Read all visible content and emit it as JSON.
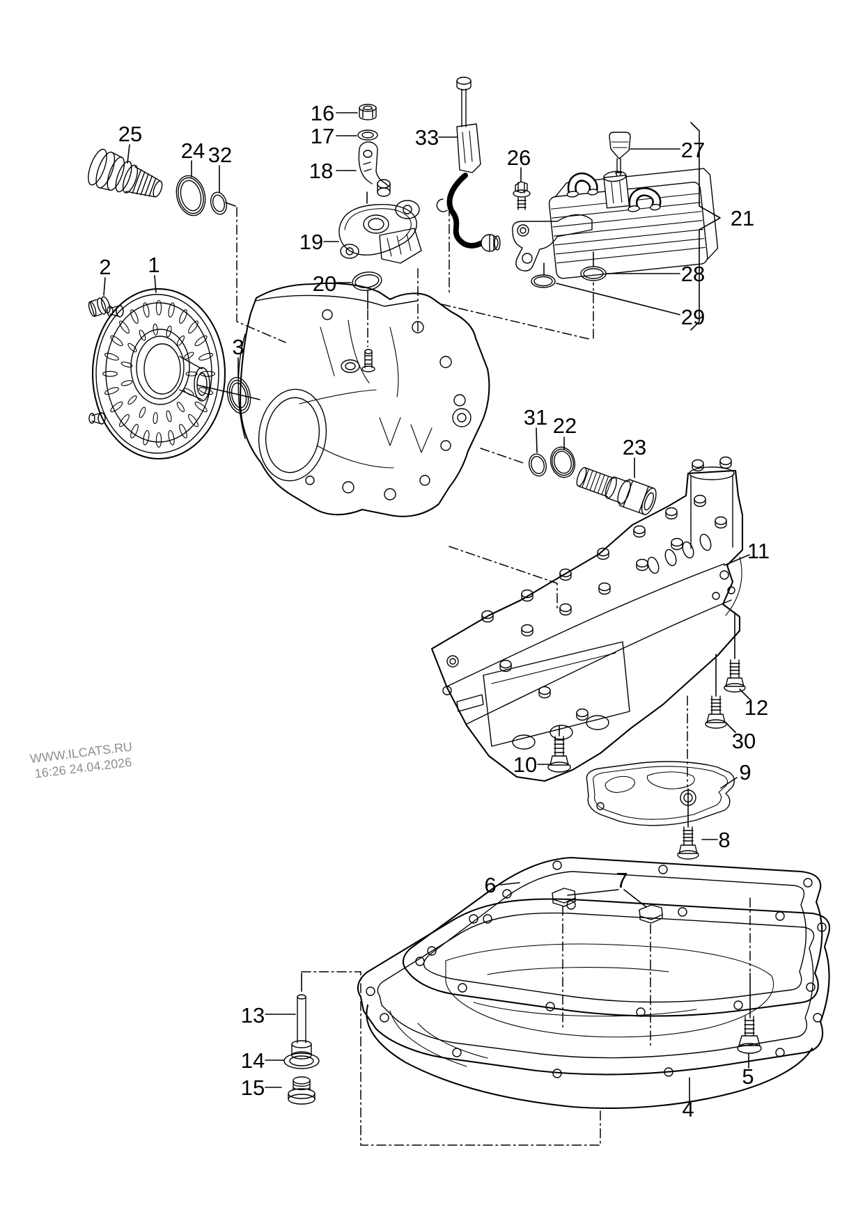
{
  "watermark": {
    "site": "WWW.ILCATS.RU",
    "timestamp": "16:26 24.04.2026"
  },
  "parts": [
    {
      "number": "1"
    },
    {
      "number": "2"
    },
    {
      "number": "3"
    },
    {
      "number": "4"
    },
    {
      "number": "5"
    },
    {
      "number": "6"
    },
    {
      "number": "7"
    },
    {
      "number": "8"
    },
    {
      "number": "9"
    },
    {
      "number": "10"
    },
    {
      "number": "11"
    },
    {
      "number": "12"
    },
    {
      "number": "13"
    },
    {
      "number": "14"
    },
    {
      "number": "15"
    },
    {
      "number": "16"
    },
    {
      "number": "17"
    },
    {
      "number": "18"
    },
    {
      "number": "19"
    },
    {
      "number": "20"
    },
    {
      "number": "21"
    },
    {
      "number": "22"
    },
    {
      "number": "23"
    },
    {
      "number": "24"
    },
    {
      "number": "25"
    },
    {
      "number": "26"
    },
    {
      "number": "27"
    },
    {
      "number": "28"
    },
    {
      "number": "29"
    },
    {
      "number": "30"
    },
    {
      "number": "31"
    },
    {
      "number": "32"
    },
    {
      "number": "33"
    }
  ]
}
